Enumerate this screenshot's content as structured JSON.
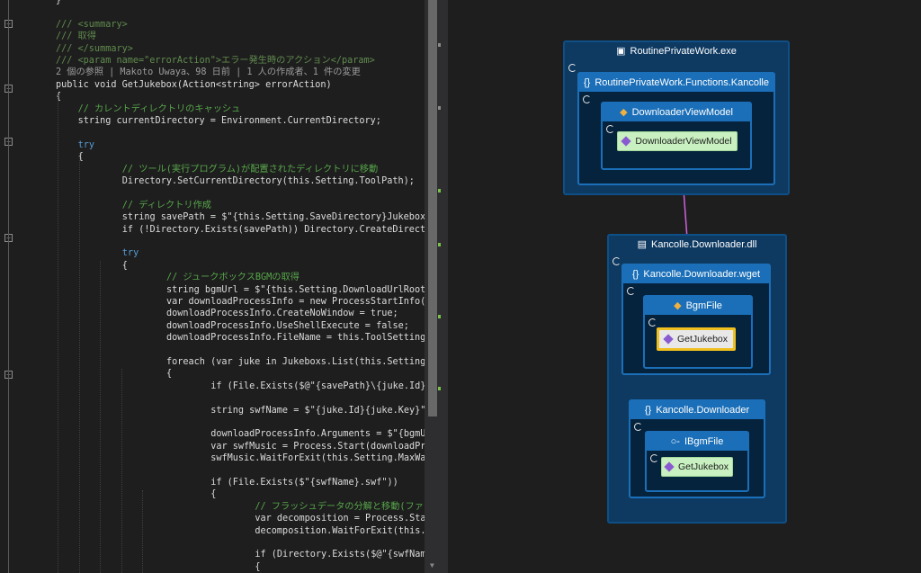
{
  "editor": {
    "lines": [
      {
        "text": "}",
        "cls": "d"
      },
      {
        "text": "",
        "cls": "d"
      },
      {
        "text": "/// <summary>",
        "cls": "x"
      },
      {
        "text": "/// 取得",
        "cls": "x"
      },
      {
        "text": "/// </summary>",
        "cls": "x"
      },
      {
        "text": "/// <param name=\"errorAction\">エラー発生時のアクション</param>",
        "cls": "x"
      },
      {
        "text": "2 個の参照 | Makoto Uwaya、98 日前 | 1 人の作成者、1 件の変更",
        "cls": "g"
      },
      {
        "text": "public void GetJukebox(Action<string> errorAction)",
        "cls": "d"
      },
      {
        "text": "{",
        "cls": "d"
      },
      {
        "text": "// カレントディレクトリのキャッシュ",
        "cls": "c"
      },
      {
        "text": "string currentDirectory = Environment.CurrentDirectory;",
        "cls": "d"
      },
      {
        "text": "",
        "cls": "d"
      },
      {
        "text": "try",
        "cls": "k"
      },
      {
        "text": "{",
        "cls": "d"
      },
      {
        "text": "// ツール(実行プログラム)が配置されたディレクトリに移動",
        "cls": "c"
      },
      {
        "text": "Directory.SetCurrentDirectory(this.Setting.ToolPath);",
        "cls": "d"
      },
      {
        "text": "",
        "cls": "d"
      },
      {
        "text": "// ディレクトリ作成",
        "cls": "c"
      },
      {
        "text": "string savePath = $\"{this.Setting.SaveDirectory}Jukebox\";",
        "cls": "d"
      },
      {
        "text": "if (!Directory.Exists(savePath)) Directory.CreateDirectory(savePath);",
        "cls": "d"
      },
      {
        "text": "",
        "cls": "d"
      },
      {
        "text": "try",
        "cls": "k"
      },
      {
        "text": "{",
        "cls": "d"
      },
      {
        "text": "// ジュークボックスBGMの取得",
        "cls": "c"
      },
      {
        "text": "string bgmUrl = $\"{this.Setting.DownloadUrlRoot}/resources",
        "cls": "d"
      },
      {
        "text": "var downloadProcessInfo = new ProcessStartInfo();",
        "cls": "d"
      },
      {
        "text": "downloadProcessInfo.CreateNoWindow = true;",
        "cls": "d"
      },
      {
        "text": "downloadProcessInfo.UseShellExecute = false;",
        "cls": "d"
      },
      {
        "text": "downloadProcessInfo.FileName = this.ToolSetting.DownloadPr",
        "cls": "d"
      },
      {
        "text": "",
        "cls": "d"
      },
      {
        "text": "foreach (var juke in Jukeboxs.List(this.Setting.ListPath))",
        "cls": "d"
      },
      {
        "text": "{",
        "cls": "d"
      },
      {
        "text": "if (File.Exists($@\"{savePath}\\{juke.Id}_{juke.Name}.mp",
        "cls": "d"
      },
      {
        "text": "",
        "cls": "d"
      },
      {
        "text": "string swfName = $\"{juke.Id}{juke.Key}\";",
        "cls": "d"
      },
      {
        "text": "",
        "cls": "d"
      },
      {
        "text": "downloadProcessInfo.Arguments = $\"{bgmUrl}/{swfName}.s",
        "cls": "d"
      },
      {
        "text": "var swfMusic = Process.Start(downloadProcessInfo);",
        "cls": "d"
      },
      {
        "text": "swfMusic.WaitForExit(this.Setting.MaxWaitTimeMillisec",
        "cls": "d"
      },
      {
        "text": "",
        "cls": "d"
      },
      {
        "text": "if (File.Exists($\"{swfName}.swf\"))",
        "cls": "d"
      },
      {
        "text": "{",
        "cls": "d"
      },
      {
        "text": "// フラッシュデータの分解と移動(ファイル名の変更)",
        "cls": "c"
      },
      {
        "text": "var decomposition = Process.Start(this.ToolSetting",
        "cls": "d"
      },
      {
        "text": "decomposition.WaitForExit(this.Setting.MaxWaitTime",
        "cls": "d"
      },
      {
        "text": "",
        "cls": "d"
      },
      {
        "text": "if (Directory.Exists($@\"{swfName}\\SOUND\"))",
        "cls": "d"
      },
      {
        "text": "{",
        "cls": "d"
      }
    ]
  },
  "graph": {
    "exe_title": "RoutinePrivateWork.exe",
    "ns1_title": "RoutinePrivateWork.Functions.Kancolle",
    "class1_title": "DownloaderViewModel",
    "node1_label": "DownloaderViewModel",
    "dll_title": "Kancolle.Downloader.dll",
    "ns2_title": "Kancolle.Downloader.wget",
    "class2_title": "BgmFile",
    "node2_label": "GetJukebox",
    "ns3_title": "Kancolle.Downloader",
    "iface_title": "IBgmFile",
    "node3_label": "GetJukebox"
  },
  "colors": {
    "accent": "#1b6fb8",
    "outer_box": "#0e3a62",
    "node_fill": "#c8f0c0",
    "selected": "#f0c020",
    "edge": "#d060e0"
  }
}
